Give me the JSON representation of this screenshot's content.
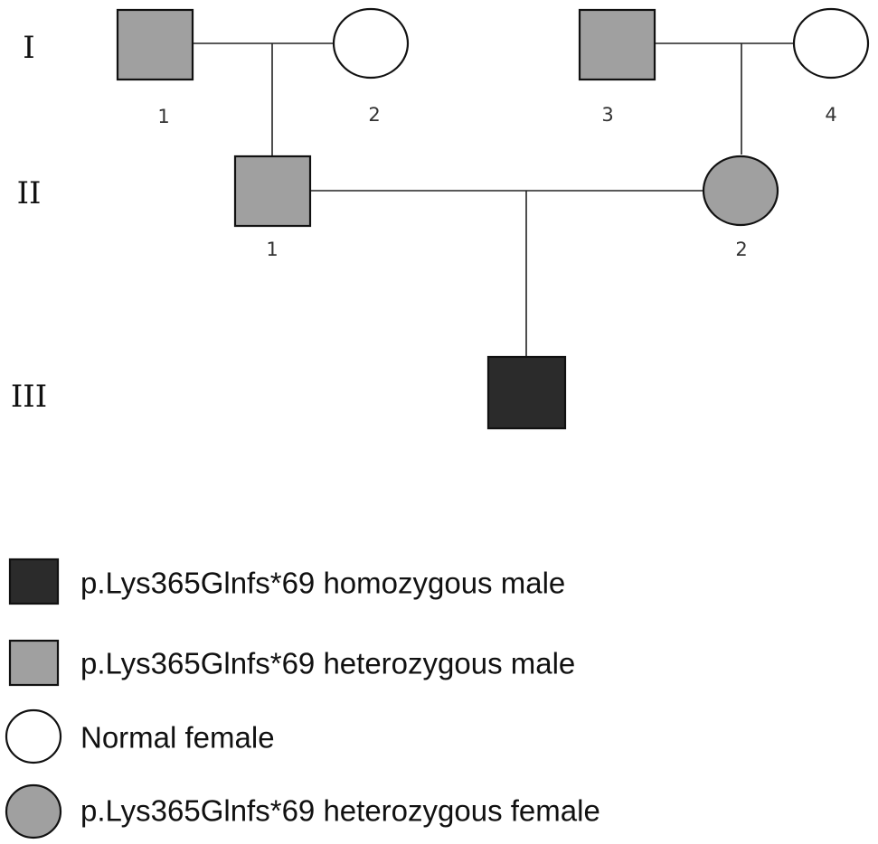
{
  "colors": {
    "homozygous": "#2b2b2b",
    "heterozygous": "#a0a0a0",
    "normal": "#ffffff",
    "outline": "#111111",
    "line": "#222222"
  },
  "generations": [
    {
      "label": "I"
    },
    {
      "label": "II"
    },
    {
      "label": "III"
    }
  ],
  "individuals": [
    {
      "id": "I-1",
      "generation": "I",
      "label": "1",
      "sex": "male",
      "status": "heterozygous"
    },
    {
      "id": "I-2",
      "generation": "I",
      "label": "2",
      "sex": "female",
      "status": "normal"
    },
    {
      "id": "I-3",
      "generation": "I",
      "label": "3",
      "sex": "male",
      "status": "heterozygous"
    },
    {
      "id": "I-4",
      "generation": "I",
      "label": "4",
      "sex": "female",
      "status": "normal"
    },
    {
      "id": "II-1",
      "generation": "II",
      "label": "1",
      "sex": "male",
      "status": "heterozygous"
    },
    {
      "id": "II-2",
      "generation": "II",
      "label": "2",
      "sex": "female",
      "status": "heterozygous"
    },
    {
      "id": "III-1",
      "generation": "III",
      "label": "",
      "sex": "male",
      "status": "homozygous"
    }
  ],
  "relationships": [
    {
      "partners": [
        "I-1",
        "I-2"
      ],
      "children": [
        "II-1"
      ]
    },
    {
      "partners": [
        "I-3",
        "I-4"
      ],
      "children": [
        "II-2"
      ]
    },
    {
      "partners": [
        "II-1",
        "II-2"
      ],
      "children": [
        "III-1"
      ]
    }
  ],
  "legend": [
    {
      "shape": "square",
      "status": "homozygous",
      "text": "p.Lys365Glnfs*69 homozygous male"
    },
    {
      "shape": "square",
      "status": "heterozygous",
      "text": "p.Lys365Glnfs*69 heterozygous male"
    },
    {
      "shape": "circle",
      "status": "normal",
      "text": "Normal female"
    },
    {
      "shape": "circle",
      "status": "heterozygous",
      "text": "p.Lys365Glnfs*69 heterozygous female"
    }
  ]
}
